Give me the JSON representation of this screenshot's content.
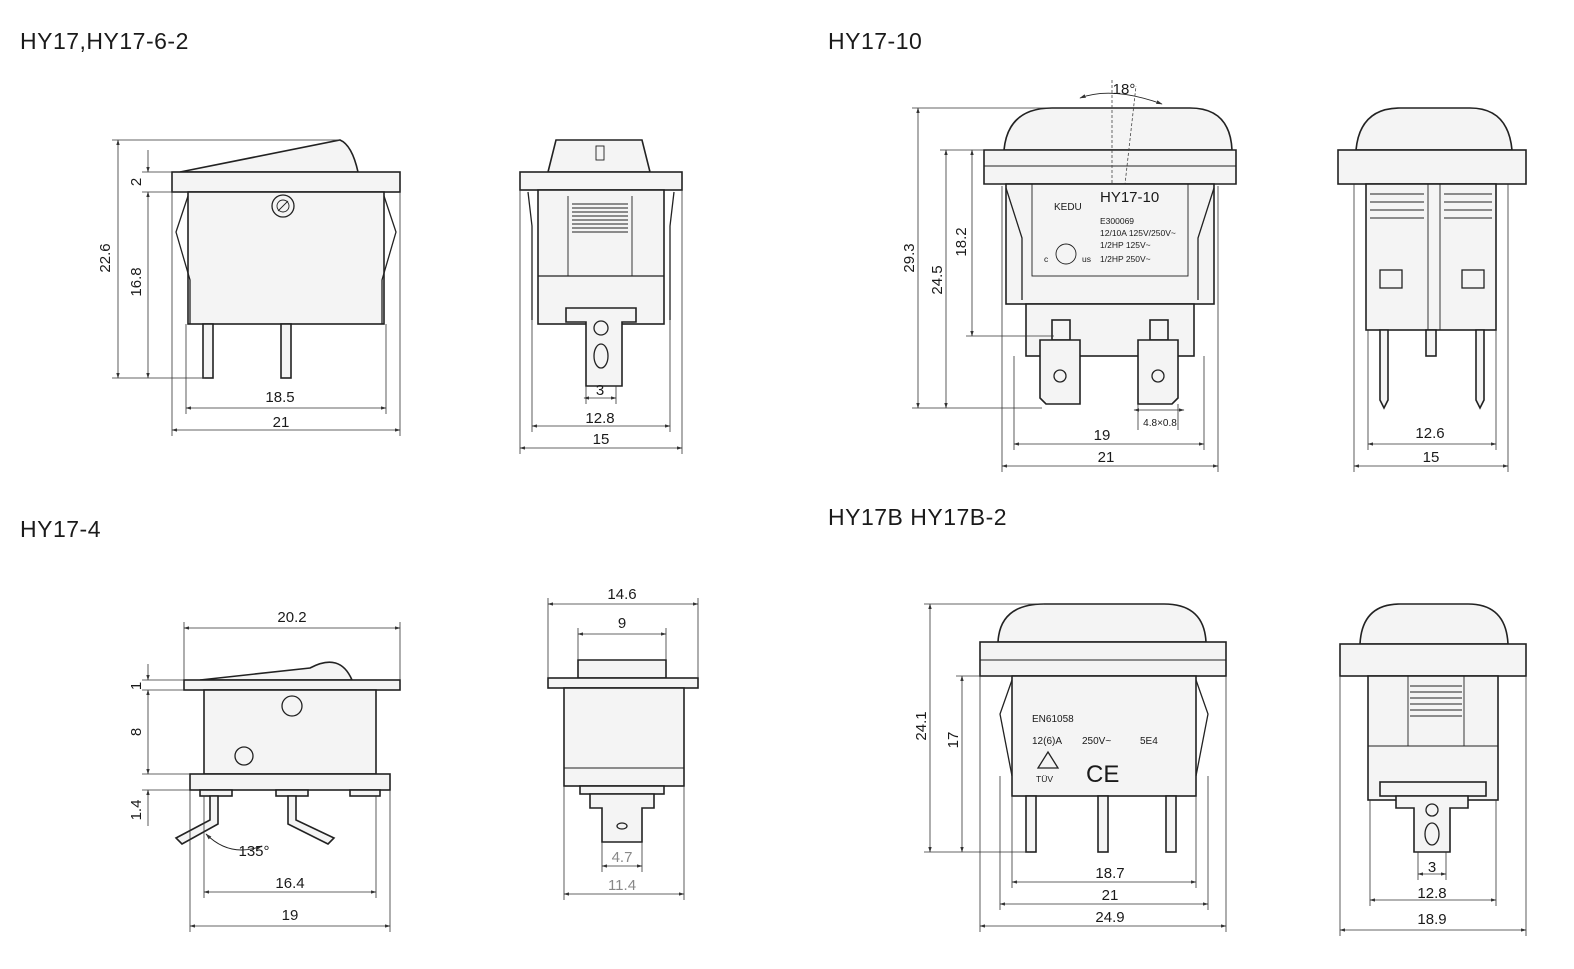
{
  "sections": [
    {
      "title": "HY17,HY17-6-2",
      "front_dims": {
        "height_total": "22.6",
        "height_body": "16.8",
        "cap": "2",
        "pin_span": "18.5",
        "width": "21"
      },
      "side_dims": {
        "pin": "3",
        "inner": "12.8",
        "width": "15"
      }
    },
    {
      "title": "HY17-10",
      "rocker_angle": "18°",
      "front_dims": {
        "height_total": "29.3",
        "height_mid": "24.5",
        "height_body": "18.2",
        "terminal": "4.8×0.8",
        "inner": "19",
        "width": "21"
      },
      "label": {
        "model": "HY17-10",
        "brand": "KEDU",
        "file": "E300069",
        "rating": "12/10A 125V/250V~",
        "hp1": "1/2HP 125V~",
        "hp2": "1/2HP 250V~",
        "cert": "c",
        "us": "us"
      },
      "side_dims": {
        "inner": "12.6",
        "width": "15"
      }
    },
    {
      "title": "HY17-4",
      "front_dims": {
        "width_top": "20.2",
        "cap": "1",
        "body": "8",
        "base": "1.4",
        "angle": "135°",
        "inner": "16.4",
        "width": "19"
      },
      "side_dims": {
        "top": "14.6",
        "actuator": "9",
        "tab": "4.7",
        "body": "11.4"
      }
    },
    {
      "title": "HY17B HY17B-2",
      "front_dims": {
        "height_total": "24.1",
        "height_body": "17",
        "inner": "18.7",
        "mid": "21",
        "width": "24.9"
      },
      "label": {
        "standard": "EN61058",
        "rating": "12(6)A",
        "voltage": "250V~",
        "code": "5E4",
        "tuv": "TÜV",
        "ce": "CE"
      },
      "side_dims": {
        "pin": "3",
        "inner": "12.8",
        "width": "18.9"
      }
    }
  ]
}
